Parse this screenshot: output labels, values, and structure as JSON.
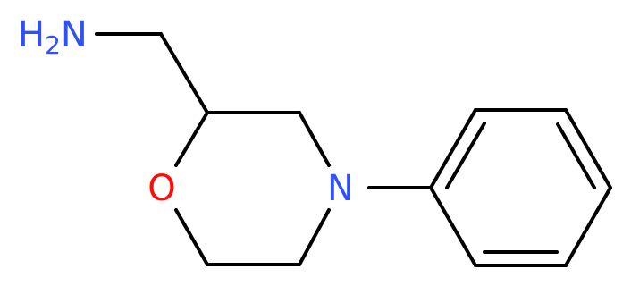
{
  "molecule": {
    "bond_color": "#000000",
    "atoms": {
      "amine": {
        "symbol": "H",
        "subscript": "2",
        "element": "N",
        "color": "#3050f8"
      },
      "oxygen": {
        "symbol": "O",
        "color": "#ff0d0d"
      },
      "nitrogen": {
        "symbol": "N",
        "color": "#3050f8"
      }
    }
  }
}
